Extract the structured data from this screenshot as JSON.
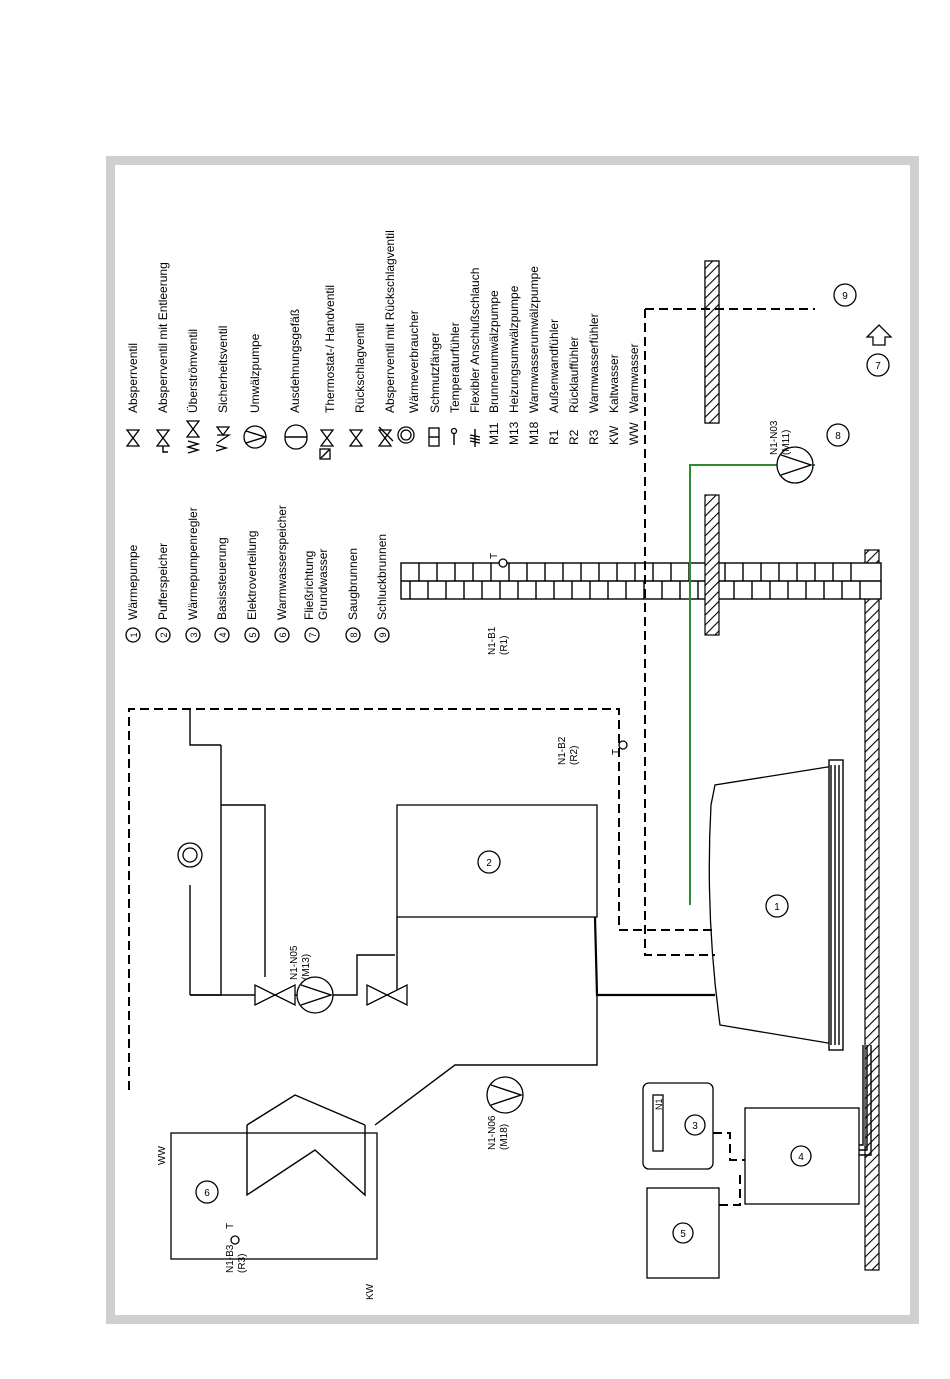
{
  "legend_components": [
    {
      "num": "1",
      "label": "Wärmepumpe"
    },
    {
      "num": "2",
      "label": "Pufferspeicher"
    },
    {
      "num": "3",
      "label": "Wärmepumpenregler"
    },
    {
      "num": "4",
      "label": "Basissteuerung"
    },
    {
      "num": "5",
      "label": "Elektroverteilung"
    },
    {
      "num": "6",
      "label": "Warmwasserspeicher"
    },
    {
      "num": "7",
      "label": "Fließrichtung",
      "label2": "Grundwasser"
    },
    {
      "num": "8",
      "label": "Saugbrunnen"
    },
    {
      "num": "9",
      "label": "Schluckbrunnen"
    }
  ],
  "legend_symbols": [
    {
      "icon": "shutoff-valve",
      "label": "Absperrventil"
    },
    {
      "icon": "shutoff-valve-drain",
      "label": "Absperrventil mit Entleerung"
    },
    {
      "icon": "overflow-valve",
      "label": "Überströmventil"
    },
    {
      "icon": "safety-valve",
      "label": "Sicherheitsventil"
    },
    {
      "icon": "circulation-pump",
      "label": "Umwälzpumpe"
    },
    {
      "icon": "expansion-vessel",
      "label": "Ausdehnungsgefäß"
    },
    {
      "icon": "thermostat-valve",
      "label": "Thermostat-/ Handventil"
    },
    {
      "icon": "check-valve",
      "label": "Rückschlagventil"
    },
    {
      "icon": "shutoff-check-valve",
      "label": "Absperrventil mit Rückschlagventil"
    },
    {
      "icon": "heat-consumer",
      "label": "Wärmeverbraucher"
    },
    {
      "icon": "dirt-trap",
      "label": "Schmutzfänger"
    },
    {
      "icon": "temperature-sensor",
      "label": "Temperaturfühler"
    },
    {
      "icon": "flexible-hose",
      "label": "Flexibler Anschlußschlauch"
    },
    {
      "code": "M11",
      "label": "Brunnenumwälzpumpe"
    },
    {
      "code": "M13",
      "label": "Heizungsumwälzpumpe"
    },
    {
      "code": "M18",
      "label": "Warmwasserumwälzpumpe"
    },
    {
      "code": "R1",
      "label": "Außenwandfühler"
    },
    {
      "code": "R2",
      "label": "Rücklauffühler"
    },
    {
      "code": "R3",
      "label": "Warmwasserfühler"
    },
    {
      "code": "KW",
      "label": "Kaltwasser"
    },
    {
      "code": "WW",
      "label": "Warmwasser"
    }
  ],
  "labels": {
    "b1": "N1-B1",
    "b1_code": "(R1)",
    "b2": "N1-B2",
    "b2_code": "(R2)",
    "b3": "N1-B3",
    "b3_code": "(R3)",
    "n03": "N1-N03",
    "n03_code": "(M11)",
    "n05": "N1-N05",
    "n05_code": "(M13)",
    "n06": "N1-N06",
    "n06_code": "(M18)",
    "t": "T",
    "ww": "WW",
    "kw": "KW",
    "n1": "N1",
    "c1": "1",
    "c2": "2",
    "c3": "3",
    "c4": "4",
    "c5": "5",
    "c6": "6",
    "c7": "7",
    "c8": "8",
    "c9": "9"
  }
}
